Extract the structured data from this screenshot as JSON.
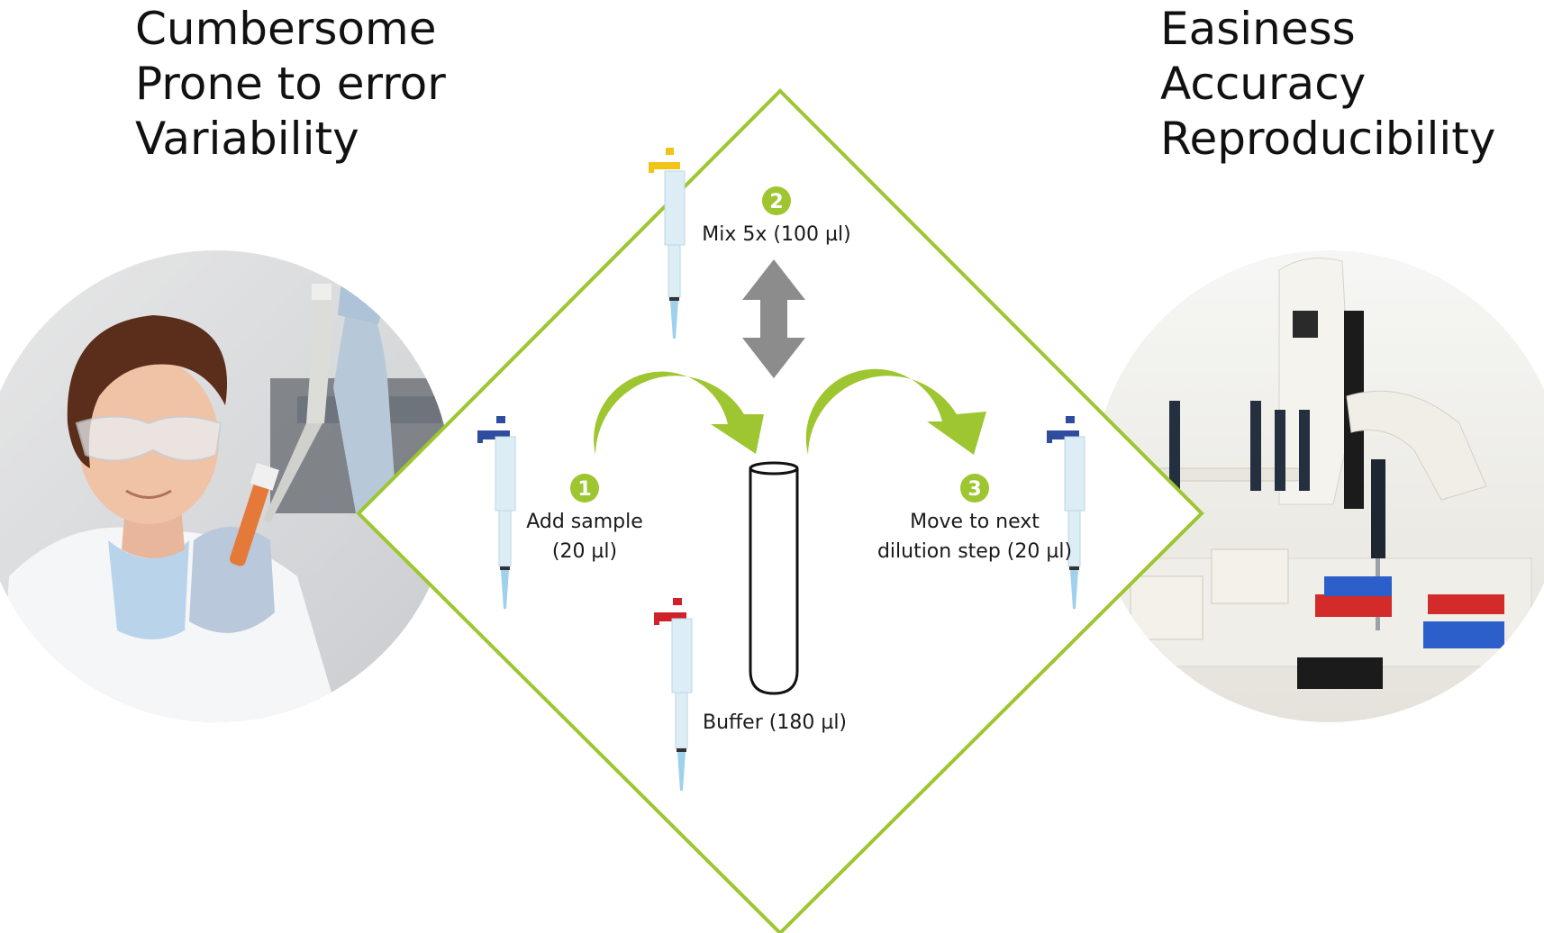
{
  "left_headings": [
    "Cumbersome",
    "Prone to error",
    "Variability"
  ],
  "right_headings": [
    "Easiness",
    "Accuracy",
    "Reproducibility"
  ],
  "steps": [
    {
      "number": "1",
      "label_line1": "Add sample",
      "label_line2": "(20 µl)"
    },
    {
      "number": "2",
      "label_line1": "Mix 5x (100 µl)"
    },
    {
      "number": "3",
      "label_line1": "Move to next",
      "label_line2": "dilution step (20 µl)"
    }
  ],
  "buffer_label": "Buffer (180 µl)",
  "colors": {
    "accent_green": "#9dc630",
    "mix_arrow_gray": "#8c8c8c",
    "pipette_body": "#dcedf5",
    "pipette_yellow": "#f2c418",
    "pipette_blue": "#2f4d9e",
    "pipette_red": "#d0202a"
  },
  "icons": {
    "left_photo": "scientist-pipetting-photo",
    "right_photo": "pipetting-robot-photo",
    "pipette": "pipette-icon",
    "tube": "test-tube-icon"
  }
}
